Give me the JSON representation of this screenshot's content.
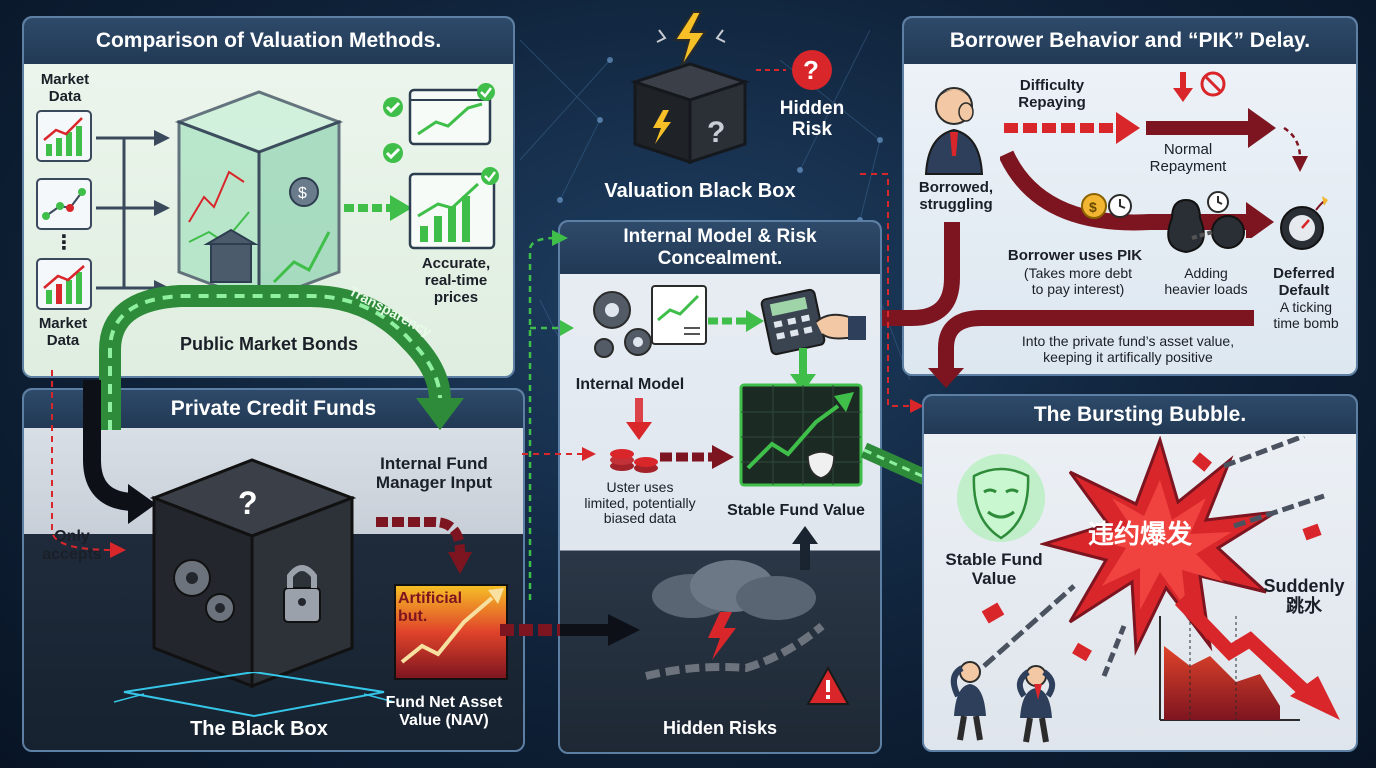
{
  "panels": {
    "valuation": {
      "title": "Comparison of Valuation Methods.",
      "market_data_top": "Market\nData",
      "market_data_bottom": "Market\nData",
      "dots": "⋮",
      "public_bonds": "Public Market Bonds",
      "accurate": "Accurate,\nreal-time\nprices"
    },
    "blackbox_top": {
      "hidden_risk": "Hidden\nRisk",
      "title": "Valuation Black Box"
    },
    "borrower": {
      "title": "Borrower Behavior and “PIK” Delay.",
      "difficulty": "Difficulty\nRepaying",
      "normal": "Normal\nRepayment",
      "borrowed": "Borrowed,\nstruggling",
      "pik": "Borrower uses PIK",
      "pik_sub": "(Takes more debt\nto pay interest)",
      "adding": "Adding\nheavier loads",
      "deferred": "Deferred\nDefault",
      "ticking": "A ticking\ntime bomb",
      "into_fund": "Into the private fund’s asset value,\nkeeping it artifically positive"
    },
    "internal": {
      "title": "Internal Model & Risk\nConcealment.",
      "model": "Internal Model",
      "uster": "Uster uses\nlimited, potentially\nbiased data",
      "stable": "Stable Fund Value",
      "hidden_risks": "Hidden Risks"
    },
    "private": {
      "title": "Private Credit Funds",
      "only_accepts": "Only\naccepts",
      "transparency": "Transparency",
      "manager_input": "Internal Fund\nManager Input",
      "artificial": "Artificial\nbut.",
      "nav": "Fund Net Asset\nValue (NAV)",
      "black_box": "The Black Box"
    },
    "bubble": {
      "title": "The Bursting Bubble.",
      "stable": "Stable Fund\nValue",
      "burst": "违约爆发",
      "suddenly": "Suddenly\n跳水"
    }
  },
  "colors": {
    "green": "#3fbf4a",
    "red": "#d9262b",
    "darkred": "#7d1520",
    "panel_header": "#213954"
  }
}
